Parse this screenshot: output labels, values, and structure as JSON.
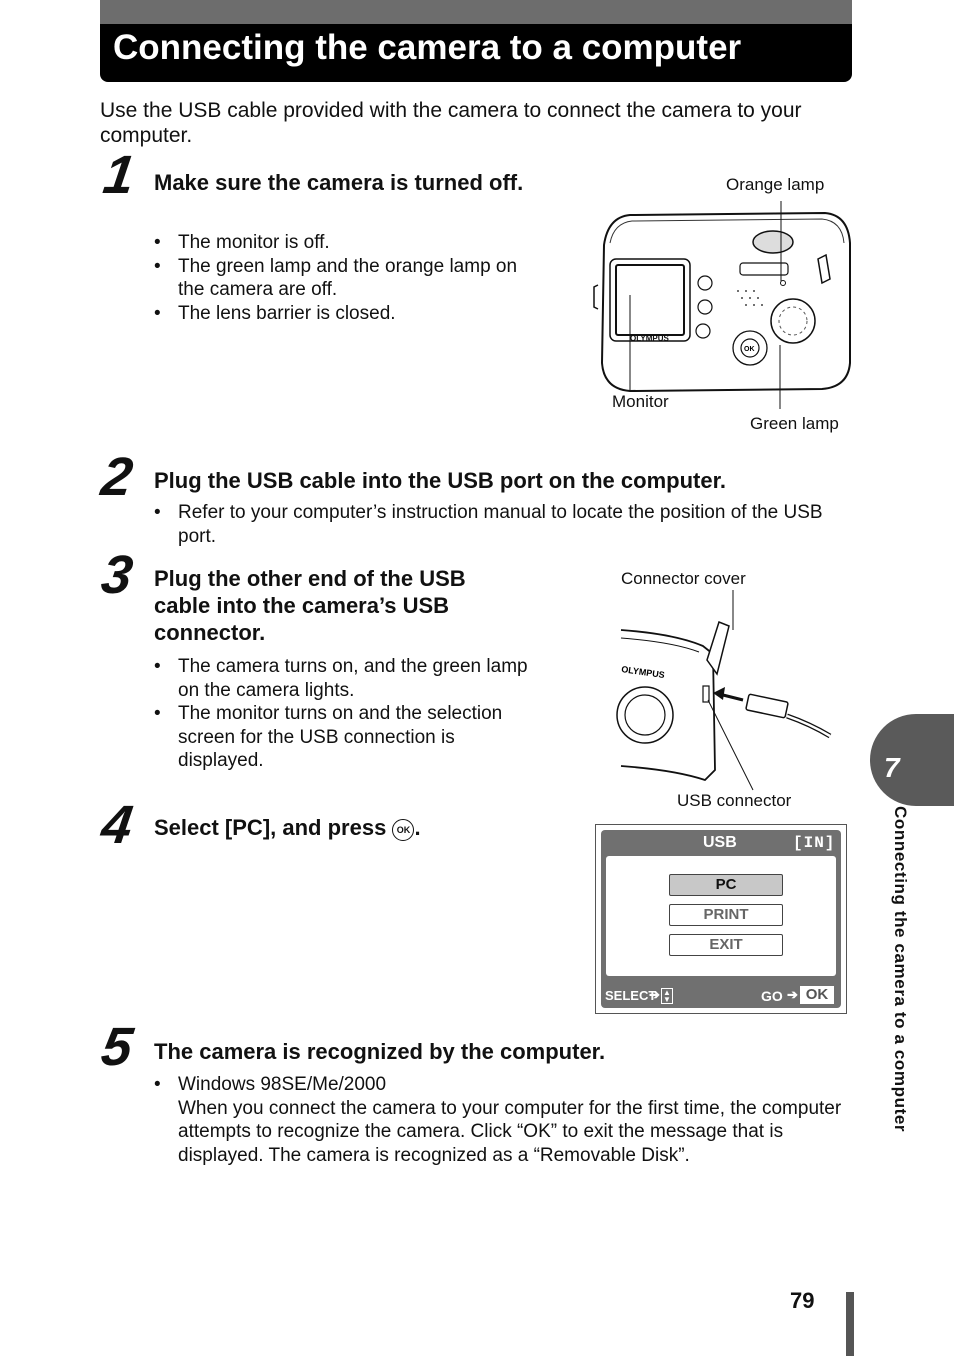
{
  "header": {
    "title": "Connecting the camera to a computer"
  },
  "intro": "Use the USB cable provided with the camera to connect the camera to your computer.",
  "steps": [
    {
      "number": "1",
      "heading": "Make sure the camera is turned off.",
      "bullets": [
        "The monitor is off.",
        "The green lamp and the orange lamp on the camera are off.",
        "The lens barrier is closed."
      ]
    },
    {
      "number": "2",
      "heading": "Plug the USB cable into the USB port on the computer.",
      "bullets": [
        "Refer to your computer’s instruction manual to locate the position of the USB port."
      ]
    },
    {
      "number": "3",
      "heading": "Plug the other end of the USB cable into the camera’s USB connector.",
      "bullets": [
        "The camera turns on, and the green lamp on the camera lights.",
        "The monitor turns on and the selection screen for the USB connection is displayed."
      ]
    },
    {
      "number": "4",
      "heading_prefix": "Select [PC], and press",
      "heading_icon": "OK",
      "heading_suffix": "."
    },
    {
      "number": "5",
      "heading": "The camera is recognized by the computer.",
      "bullet_title": "Windows 98SE/Me/2000",
      "bullet_body": "When you connect the camera to your computer for the first time, the computer attempts to recognize the camera. Click “OK” to exit the message that is displayed. The camera is recognized as a “Removable Disk”."
    }
  ],
  "figure1": {
    "orange_lamp": "Orange lamp",
    "monitor": "Monitor",
    "green_lamp": "Green lamp",
    "brand": "OLYMPUS"
  },
  "figure2": {
    "connector_cover": "Connector cover",
    "usb_connector": "USB connector",
    "brand": "OLYMPUS"
  },
  "usb_screen": {
    "title": "USB",
    "mode": "[IN]",
    "options": [
      "PC",
      "PRINT",
      "EXIT"
    ],
    "selected": "PC",
    "footer_left": "SELECT",
    "footer_right": "GO",
    "footer_ok": "OK"
  },
  "side_tab": {
    "chapter": "7",
    "text": "Connecting the camera to a computer"
  },
  "page_number": "79"
}
